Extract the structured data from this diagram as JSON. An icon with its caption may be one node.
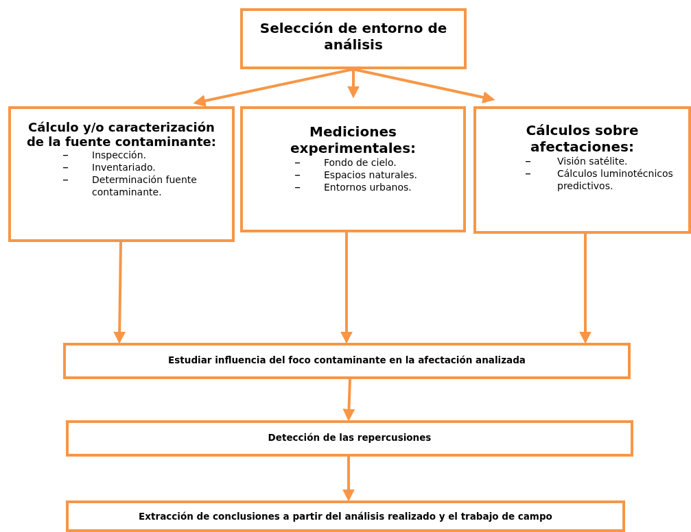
{
  "diagram": {
    "nodes": [
      {
        "text": [
          "Selección de entorno de análisis"
        ]
      },
      {
        "text": [
          "Cálculo y/o caracterización de la fuente contaminante:",
          "Inspección.",
          "Inventariado.",
          "Determinación fuente contaminante."
        ]
      },
      {
        "text": [
          "Mediciones experimentales:",
          "Fondo de cielo.",
          "Espacios naturales.",
          "Entornos urbanos."
        ]
      },
      {
        "text": [
          "Cálculos sobre afectaciones:",
          "Visión satélite.",
          "Cálculos luminotécnicos predictivos."
        ]
      },
      {
        "text": [
          "Estudiar influencia del foco contaminante en la afectación analizada"
        ]
      },
      {
        "text": [
          "Detección de las repercusiones"
        ]
      },
      {
        "text": [
          "Extracción de conclusiones a partir del análisis realizado y el trabajo de campo"
        ]
      }
    ],
    "edges": [
      {
        "from": 0,
        "to": 1,
        "arrow": "to"
      },
      {
        "from": 0,
        "to": 2,
        "arrow": "to"
      },
      {
        "from": 0,
        "to": 3,
        "arrow": "to"
      },
      {
        "from": 1,
        "to": 4,
        "arrow": "to"
      },
      {
        "from": 2,
        "to": 4,
        "arrow": "to"
      },
      {
        "from": 3,
        "to": 4,
        "arrow": "to"
      },
      {
        "from": 4,
        "to": 5,
        "arrow": "to"
      },
      {
        "from": 5,
        "to": 6,
        "arrow": "to"
      }
    ]
  }
}
